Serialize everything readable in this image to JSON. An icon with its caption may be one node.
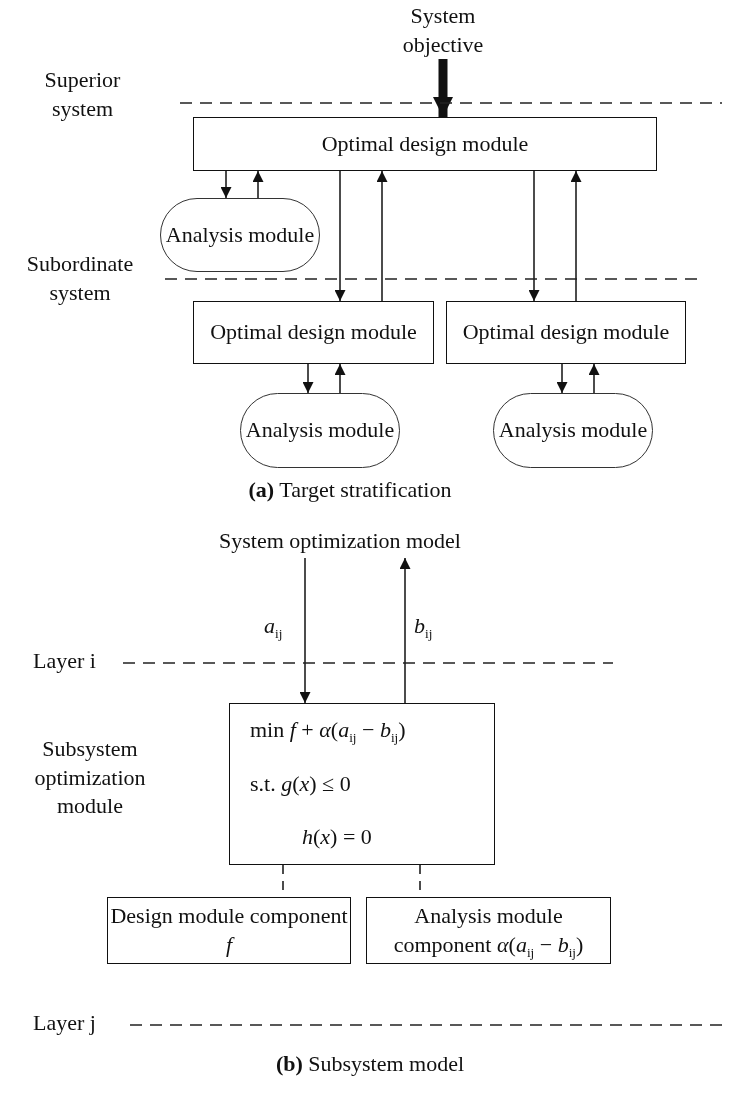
{
  "diagram": {
    "nodes": [
      {
        "text": [
          "System objective"
        ]
      },
      {
        "text": [
          "Optimal design module"
        ]
      },
      {
        "text": [
          "Analysis module"
        ]
      },
      {
        "text": [
          "Optimal design module"
        ]
      },
      {
        "text": [
          "Optimal design module"
        ]
      },
      {
        "text": [
          "Analysis module"
        ]
      },
      {
        "text": [
          "Analysis module"
        ]
      },
      {
        "text": [
          "System optimization model"
        ]
      },
      {
        "text": [
          "min *f* + *α*(*a*$_{ij}$ − *b*$_{ij}$)",
          "s.t. *g*(*x*) ≤ 0",
          "*h*(*x*) = 0"
        ],
        "beside": [
          "Subsystem optimization module"
        ]
      },
      {
        "text": [
          "Design module component *f*"
        ]
      },
      {
        "text": [
          "Analysis module component *α*(*a*$_{ij}$ − *b*$_{ij}$)"
        ]
      }
    ],
    "edges": [
      {
        "from": 0,
        "to": 1,
        "arrow": "to",
        "style": "thick"
      },
      {
        "from": 1,
        "to": 2,
        "arrow": "to"
      },
      {
        "from": 2,
        "to": 1,
        "arrow": "to"
      },
      {
        "from": 1,
        "to": 3,
        "arrow": "to"
      },
      {
        "from": 3,
        "to": 1,
        "arrow": "to"
      },
      {
        "from": 1,
        "to": 4,
        "arrow": "to"
      },
      {
        "from": 4,
        "to": 1,
        "arrow": "to"
      },
      {
        "from": 3,
        "to": 5,
        "arrow": "to"
      },
      {
        "from": 5,
        "to": 3,
        "arrow": "to"
      },
      {
        "from": 4,
        "to": 6,
        "arrow": "to"
      },
      {
        "from": 6,
        "to": 4,
        "arrow": "to"
      },
      {
        "from": 7,
        "to": 8,
        "arrow": "to",
        "label": "*a*$_{ij}$"
      },
      {
        "from": 8,
        "to": 7,
        "arrow": "to",
        "label": "*b*$_{ij}$"
      },
      {
        "from": 8,
        "to": 9,
        "arrow": "none",
        "style": "dashed"
      },
      {
        "from": 8,
        "to": 10,
        "arrow": "none",
        "style": "dashed"
      }
    ],
    "labels": [
      "Superior system",
      "Subordinate system",
      "**(a)** Target stratification",
      "Layer i",
      "Layer j",
      "**(b)** Subsystem model"
    ]
  }
}
